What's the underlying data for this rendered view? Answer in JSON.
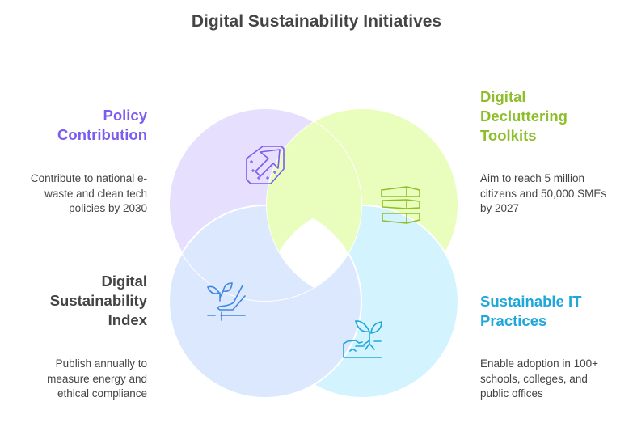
{
  "title": "Digital Sustainability Initiatives",
  "items": [
    {
      "title": "Policy\nContribution",
      "description": "Contribute to national e-\nwaste and clean tech\npolicies by 2030",
      "color": "#7b5cf0",
      "fill": "#e6e0fe",
      "icon": "policy-arrow-icon"
    },
    {
      "title": "Digital\nDecluttering\nToolkits",
      "description": "Aim to reach 5 million\ncitizens and 50,000 SMEs\nby 2027",
      "color": "#8dbf2a",
      "fill": "#e9fdbc",
      "icon": "stacked-layers-icon"
    },
    {
      "title": "Digital\nSustainability\nIndex",
      "description": "Publish annually to\nmeasure energy and\nethical compliance",
      "color": "#444444",
      "fill": "#dce8fd",
      "icon": "hand-plant-icon"
    },
    {
      "title": "Sustainable IT\nPractices",
      "description": "Enable adoption in 100+\nschools, colleges, and\npublic offices",
      "color": "#1fa7da",
      "fill": "#d3f3fe",
      "icon": "sprout-soil-icon"
    }
  ]
}
